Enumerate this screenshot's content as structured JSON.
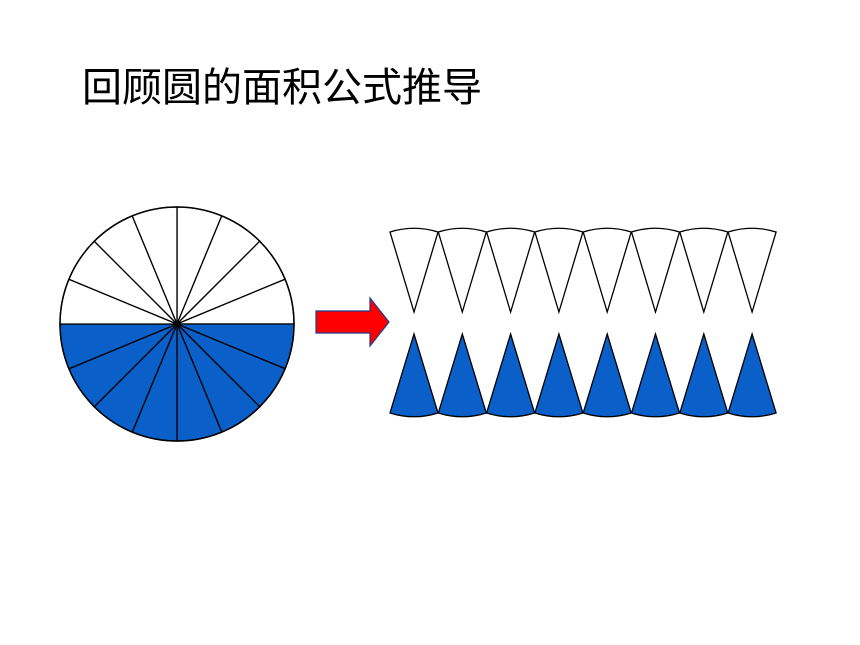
{
  "title": "回顾圆的面积公式推导",
  "colors": {
    "fill_blue": "#0A5FC8",
    "fill_white": "#FFFFFF",
    "stroke": "#000000",
    "arrow_fill": "#FF0000",
    "arrow_stroke": "#1F3A8A"
  },
  "circle": {
    "sector_count": 16,
    "colored_half": "bottom"
  },
  "rearranged_strip": {
    "top_row_sectors": 8,
    "top_row_color": "white",
    "bottom_row_sectors": 8,
    "bottom_row_color": "blue"
  },
  "arrow": {
    "direction": "right"
  }
}
